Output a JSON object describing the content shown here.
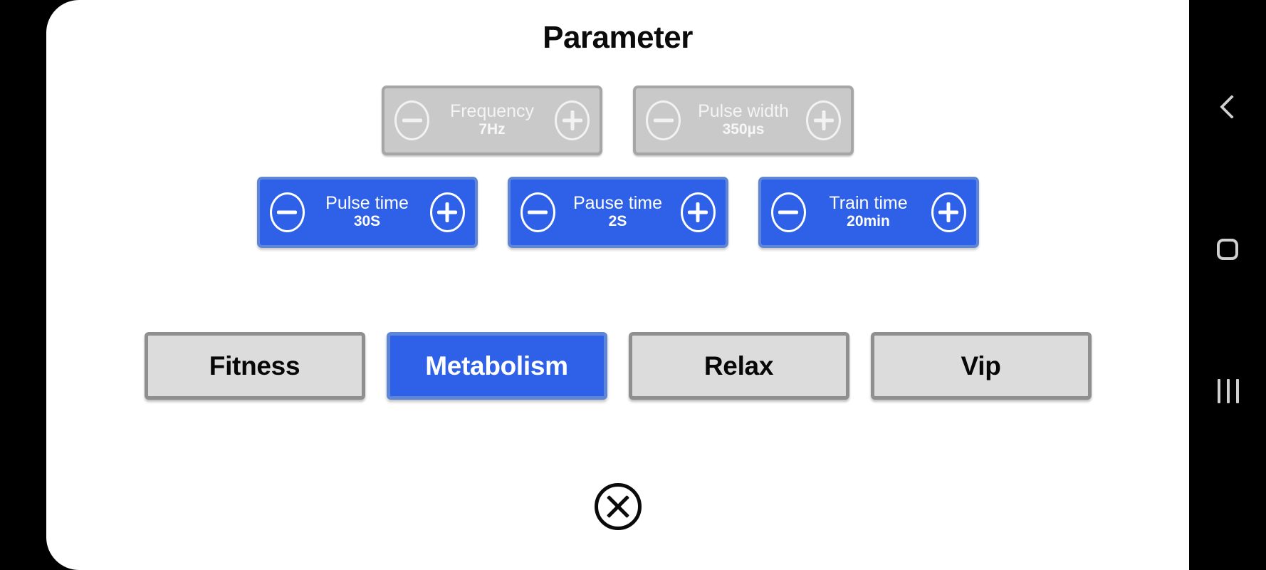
{
  "app": {
    "title": "Parameter"
  },
  "colors": {
    "accent_blue": "#2f61e8",
    "accent_blue_border": "#5d86d6",
    "disabled_gray": "#c9c9c9",
    "disabled_gray_border": "#a6a6a6",
    "inactive_button": "#dcdcdc",
    "inactive_button_border": "#8f8f8f",
    "card_background": "#ffffff",
    "screen_background": "#000000",
    "nav_icon": "#cfcfcf"
  },
  "steppers": {
    "row_top": [
      {
        "label": "Frequency",
        "value": "7Hz",
        "state": "disabled",
        "decrement_icon": "minus-circle-icon",
        "increment_icon": "plus-circle-icon"
      },
      {
        "label": "Pulse width",
        "value": "350µs",
        "state": "disabled",
        "decrement_icon": "minus-circle-icon",
        "increment_icon": "plus-circle-icon"
      }
    ],
    "row_bottom": [
      {
        "label": "Pulse time",
        "value": "30S",
        "state": "active",
        "decrement_icon": "minus-circle-icon",
        "increment_icon": "plus-circle-icon"
      },
      {
        "label": "Pause time",
        "value": "2S",
        "state": "active",
        "decrement_icon": "minus-circle-icon",
        "increment_icon": "plus-circle-icon"
      },
      {
        "label": "Train time",
        "value": "20min",
        "state": "active",
        "decrement_icon": "minus-circle-icon",
        "increment_icon": "plus-circle-icon"
      }
    ]
  },
  "modes": [
    {
      "label": "Fitness",
      "selected": false
    },
    {
      "label": "Metabolism",
      "selected": true
    },
    {
      "label": "Relax",
      "selected": false
    },
    {
      "label": "Vip",
      "selected": false
    }
  ],
  "close": {
    "icon": "close-circle-icon"
  },
  "nav_bar": {
    "buttons": [
      {
        "icon": "back-chevron-icon"
      },
      {
        "icon": "home-square-icon"
      },
      {
        "icon": "recents-bars-icon"
      }
    ]
  }
}
